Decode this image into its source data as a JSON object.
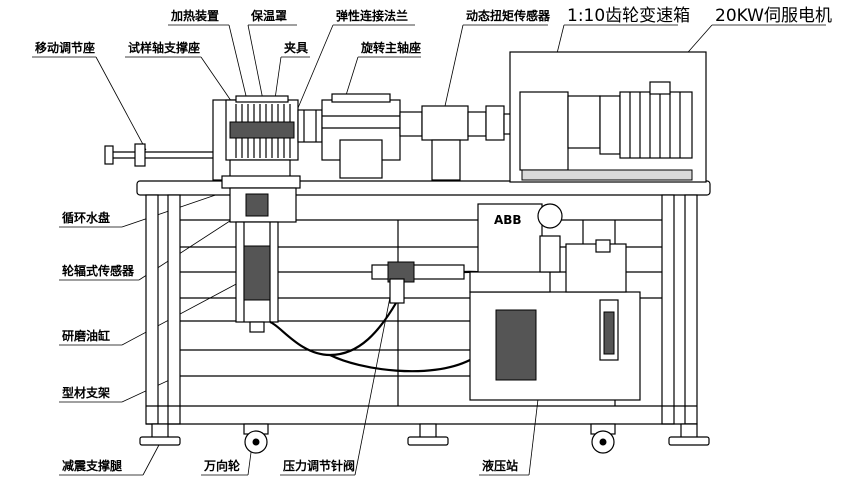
{
  "labels": {
    "heating_device": "加热装置",
    "insulation_cover": "保温罩",
    "elastic_flange": "弹性连接法兰",
    "dynamic_torque_sensor": "动态扭矩传感器",
    "gearbox": "1:10齿轮变速箱",
    "servo_motor": "20KW伺服电机",
    "moving_base": "移动调节座",
    "sample_shaft_support": "试样轴支撑座",
    "fixture": "夹具",
    "rotating_spindle_seat": "旋转主轴座",
    "water_tray": "循环水盘",
    "spoke_sensor": "轮辐式传感器",
    "grinding_cylinder": "研磨油缸",
    "profile_frame": "型材支架",
    "damping_leg": "减震支撑腿",
    "caster": "万向轮",
    "needle_valve": "压力调节针阀",
    "hydraulic_station": "液压站",
    "motor_brand": "ABB"
  }
}
